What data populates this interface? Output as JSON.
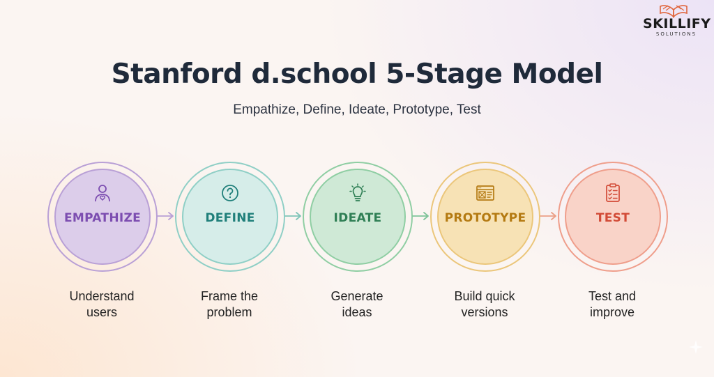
{
  "logo": {
    "name": "SKILLIFY",
    "sub": "SOLUTIONS"
  },
  "title": "Stanford d.school 5-Stage Model",
  "subtitle": "Empathize, Define, Ideate, Prototype, Test",
  "stages": [
    {
      "label": "EMPATHIZE",
      "desc_line1": "Understand",
      "desc_line2": "users",
      "icon": "person-heart-icon",
      "color": "#7c4db0",
      "fill": "#dccdea",
      "ring": "#b9a0d6"
    },
    {
      "label": "DEFINE",
      "desc_line1": "Frame the",
      "desc_line2": "problem",
      "icon": "question-circle-icon",
      "color": "#1f7f7a",
      "fill": "#d6ede9",
      "ring": "#8fcfc6"
    },
    {
      "label": "IDEATE",
      "desc_line1": "Generate",
      "desc_line2": "ideas",
      "icon": "lightbulb-icon",
      "color": "#2f7f55",
      "fill": "#cfe9d6",
      "ring": "#8fcea3"
    },
    {
      "label": "PROTOTYPE",
      "desc_line1": "Build quick",
      "desc_line2": "versions",
      "icon": "wireframe-icon",
      "color": "#b47a12",
      "fill": "#f7e2b5",
      "ring": "#ebc67a"
    },
    {
      "label": "TEST",
      "desc_line1": "Test and",
      "desc_line2": "improve",
      "icon": "checklist-icon",
      "color": "#d24a36",
      "fill": "#f9d3c8",
      "ring": "#ef9e8b"
    }
  ]
}
